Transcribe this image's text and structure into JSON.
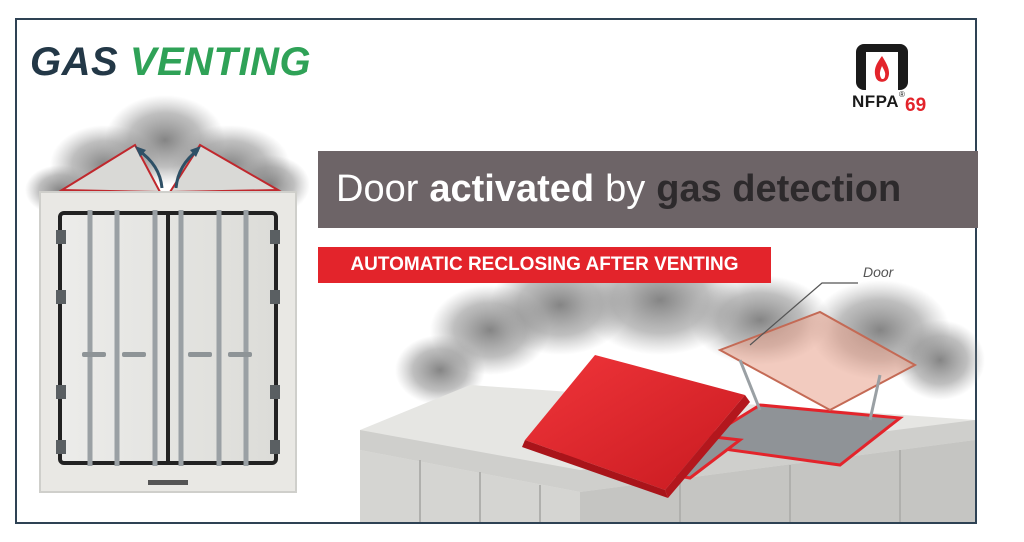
{
  "title": {
    "word1": "GAS",
    "word2": "VENTING"
  },
  "logo": {
    "text": "NFPA",
    "number": "69",
    "mark": "®"
  },
  "headline": {
    "part1": "Door",
    "part2": "activated",
    "part3": "by",
    "part4": "gas detection"
  },
  "tagline": "AUTOMATIC RECLOSING AFTER VENTING",
  "callout": "Door",
  "colors": {
    "navy": "#233847",
    "green": "#2fa257",
    "red": "#e3242b",
    "banner": "#6d6467",
    "frame": "#2e4254"
  }
}
